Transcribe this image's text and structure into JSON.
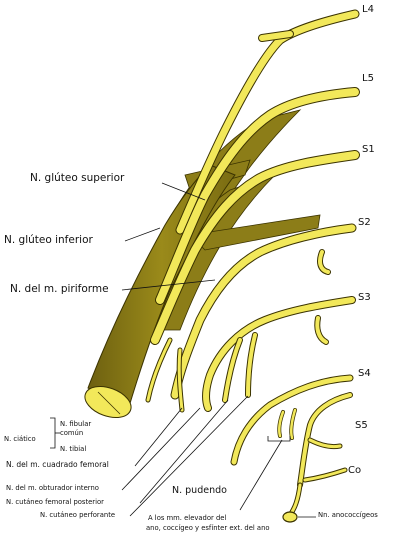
{
  "diagram": {
    "roots": {
      "l4": "L4",
      "l5": "L5",
      "s1": "S1",
      "s2": "S2",
      "s3": "S3",
      "s4": "S4",
      "s5": "S5",
      "co": "Co"
    },
    "labels": {
      "gluteo_superior": "N. glúteo superior",
      "gluteo_inferior": "N. glúteo inferior",
      "piriforme": "N. del m. piriforme",
      "fibular_comun_1": "N. fibular",
      "fibular_comun_2": "común",
      "tibial": "N. tibial",
      "ciatico": "N. ciático",
      "cuadrado_femoral": "N. del m. cuadrado femoral",
      "obturador_interno": "N. del m. obturador interno",
      "cutaneo_femoral_posterior": "N. cutáneo femoral posterior",
      "cutaneo_perforante": "N. cutáneo perforante",
      "pudendo": "N. pudendo",
      "elevador_1": "A los mm.  elevador del",
      "elevador_2": "ano, coccígeo y esfínter ext. del ano",
      "anococcigeos": "Nn. anococcígeos"
    },
    "colors": {
      "nerve_fill": "#f2e85a",
      "nerve_outline": "#3b3300",
      "nerve_shadow": "#9a8a1a",
      "background": "#ffffff"
    }
  }
}
